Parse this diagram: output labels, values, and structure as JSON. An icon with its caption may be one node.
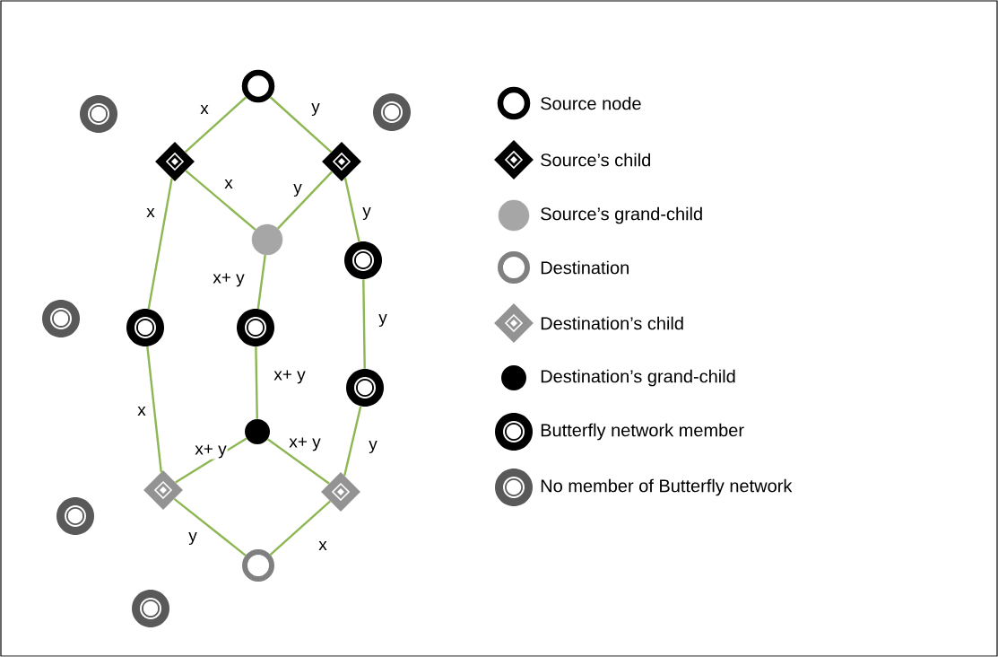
{
  "diagram": {
    "nodes": [
      {
        "text": [],
        "shape": "circle"
      },
      {
        "text": [],
        "shape": "circle"
      },
      {
        "text": [],
        "shape": "circle"
      },
      {
        "text": [],
        "shape": "diamond"
      },
      {
        "text": [],
        "shape": "diamond"
      },
      {
        "text": [],
        "shape": "circle"
      },
      {
        "text": [],
        "shape": "circle"
      },
      {
        "text": [],
        "shape": "circle"
      },
      {
        "text": [],
        "shape": "circle"
      },
      {
        "text": [],
        "shape": "circle"
      },
      {
        "text": [],
        "shape": "circle"
      },
      {
        "text": [],
        "shape": "circle"
      },
      {
        "text": [],
        "shape": "diamond"
      },
      {
        "text": [],
        "shape": "diamond"
      },
      {
        "text": [],
        "shape": "circle"
      },
      {
        "text": [],
        "shape": "circle"
      },
      {
        "text": [],
        "shape": "circle"
      }
    ],
    "edges": [
      {
        "from": 0,
        "to": 3,
        "arrow": "none",
        "label": "x"
      },
      {
        "from": 0,
        "to": 4,
        "arrow": "none",
        "label": "y"
      },
      {
        "from": 3,
        "to": 5,
        "arrow": "none",
        "label": "x"
      },
      {
        "from": 4,
        "to": 5,
        "arrow": "none",
        "label": "y"
      },
      {
        "from": 3,
        "to": 8,
        "arrow": "none",
        "label": "x"
      },
      {
        "from": 4,
        "to": 6,
        "arrow": "none",
        "label": "y"
      },
      {
        "from": 5,
        "to": 9,
        "arrow": "none",
        "label": "x+ y"
      },
      {
        "from": 6,
        "to": 10,
        "arrow": "none",
        "label": "y"
      },
      {
        "from": 9,
        "to": 11,
        "arrow": "none",
        "label": "x+ y"
      },
      {
        "from": 8,
        "to": 12,
        "arrow": "none",
        "label": "x"
      },
      {
        "from": 11,
        "to": 12,
        "arrow": "none",
        "label": "x+ y"
      },
      {
        "from": 11,
        "to": 13,
        "arrow": "none",
        "label": "x+ y"
      },
      {
        "from": 10,
        "to": 13,
        "arrow": "none",
        "label": "y"
      },
      {
        "from": 12,
        "to": 15,
        "arrow": "none",
        "label": "y"
      },
      {
        "from": 13,
        "to": 15,
        "arrow": "none",
        "label": "x"
      }
    ],
    "legend": [
      {
        "text": "Source node"
      },
      {
        "text": "Source’s child"
      },
      {
        "text": "Source’s  grand-child"
      },
      {
        "text": "Destination"
      },
      {
        "text": "Destination’s child"
      },
      {
        "text": "Destination’s grand-child"
      },
      {
        "text": "Butterfly network member"
      },
      {
        "text": "No member of Butterfly network"
      }
    ]
  }
}
